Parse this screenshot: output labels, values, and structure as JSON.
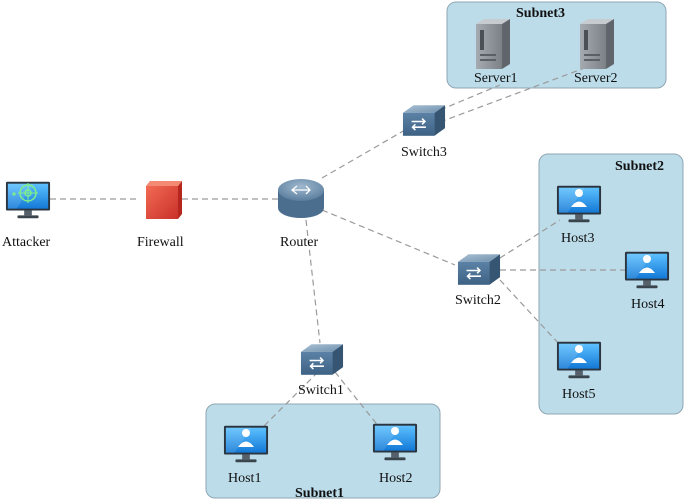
{
  "subnets": {
    "subnet1": "Subnet1",
    "subnet2": "Subnet2",
    "subnet3": "Subnet3"
  },
  "nodes": {
    "attacker": "Attacker",
    "firewall": "Firewall",
    "router": "Router",
    "switch1": "Switch1",
    "switch2": "Switch2",
    "switch3": "Switch3",
    "server1": "Server1",
    "server2": "Server2",
    "host1": "Host1",
    "host2": "Host2",
    "host3": "Host3",
    "host4": "Host4",
    "host5": "Host5"
  },
  "colors": {
    "subnet_fill": "#bcdcea",
    "subnet_stroke": "#8fa6b3",
    "monitor_blue": "#1f8fe0",
    "switch_blue": "#4d7496",
    "firewall_red": "#e0443a",
    "server_gray": "#8e9499"
  }
}
